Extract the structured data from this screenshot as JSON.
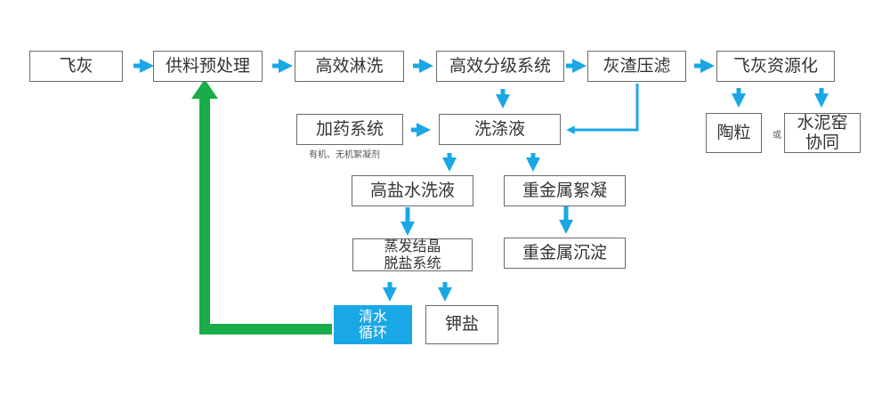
{
  "colors": {
    "arrow": "#1aa7e6",
    "return_arrow": "#19ad49",
    "border": "#6b6b6b",
    "highlight": "#1aa7e6"
  },
  "nodes": {
    "fly_ash": "飞灰",
    "pretreatment": "供料预处理",
    "efficient_wash": "高效淋洗",
    "classification": "高效分级系统",
    "residue_filter": "灰渣压滤",
    "resource": "飞灰资源化",
    "dosing": "加药系统",
    "dosing_note": "有机、无机絮凝剂",
    "wash_liquid": "洗涤液",
    "ceramsite": "陶粒",
    "or_label": "或",
    "cement_kiln_1": "水泥窑",
    "cement_kiln_2": "协同",
    "high_salt": "高盐水洗液",
    "heavy_metal_floc": "重金属絮凝",
    "evap_1": "蒸发结晶",
    "evap_2": "脱盐系统",
    "heavy_metal_settle": "重金属沉淀",
    "water_recycle_1": "清水",
    "water_recycle_2": "循环",
    "potassium_salt": "钾盐"
  }
}
